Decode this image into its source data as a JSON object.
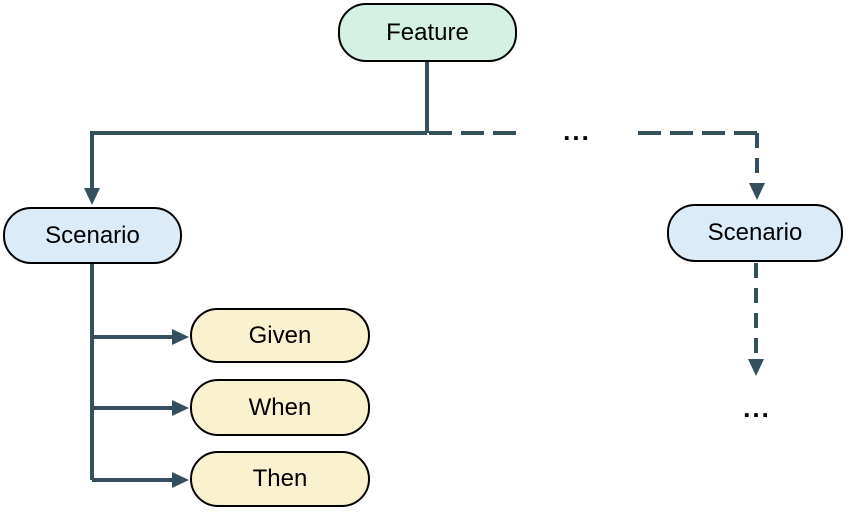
{
  "diagram": {
    "title": "Feature / Scenario / Given-When-Then tree diagram",
    "nodes": {
      "feature": {
        "label": "Feature"
      },
      "scenario_left": {
        "label": "Scenario"
      },
      "scenario_right": {
        "label": "Scenario"
      },
      "given": {
        "label": "Given"
      },
      "when": {
        "label": "When"
      },
      "then": {
        "label": "Then"
      }
    },
    "ellipsis_horizontal": "...",
    "ellipsis_bottom": "...",
    "edges": [
      {
        "from": "feature",
        "to": "scenario_left",
        "style": "solid",
        "arrow": true
      },
      {
        "from": "feature",
        "to": "scenario_right",
        "style": "dashed",
        "arrow": true,
        "label": "..."
      },
      {
        "from": "scenario_left",
        "to": "given",
        "style": "solid",
        "arrow": true
      },
      {
        "from": "scenario_left",
        "to": "when",
        "style": "solid",
        "arrow": true
      },
      {
        "from": "scenario_left",
        "to": "then",
        "style": "solid",
        "arrow": true
      },
      {
        "from": "scenario_right",
        "to": "ellipsis",
        "style": "dashed",
        "arrow": true
      }
    ],
    "colors": {
      "connector": "#34505e",
      "node_border": "#000000",
      "background": "#ffffff",
      "feature_fill": "#d4f1e3",
      "scenario_fill": "#dcebf8",
      "step_fill": "#faf1cf"
    }
  }
}
